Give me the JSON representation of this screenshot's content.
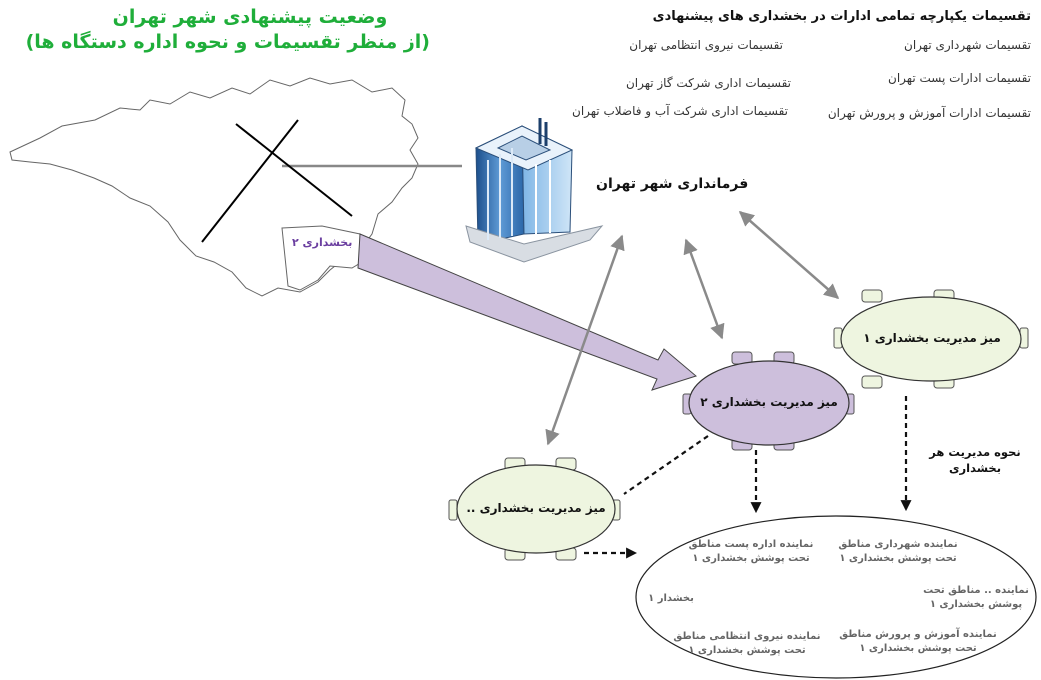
{
  "title": {
    "line1": "وضعیت پیشنهادی شهر تهران",
    "line2": "(از منظر تقسیمات و نحوه اداره دستگاه ها)"
  },
  "divisions": {
    "heading": "تقسیمات یکپارچه تمامی ادارات در بخشداری های پیشنهادی",
    "items": [
      "تقسیمات شهرداری تهران",
      "تقسیمات نیروی انتظامی تهران",
      "تقسیمات ادارات پست تهران",
      "تقسیمات اداری شرکت گاز تهران",
      "تقسیمات ادارات آموزش و پرورش تهران",
      "تقسیمات اداری شرکت آب و فاضلاب تهران"
    ]
  },
  "governorate": "فرمانداری شهر تهران",
  "map_region": "بخشداری ۲",
  "desks": {
    "desk1": "میز مدیریت بخشداری ۱",
    "desk2": "میز مدیریت بخشداری ۲",
    "desk3": "میز مدیریت بخشداری .."
  },
  "management_note": {
    "line1": "نحوه مدیریت هر",
    "line2": "بخشداری"
  },
  "representatives": {
    "municipality": [
      "نماینده شهرداری مناطق",
      "تحت پوشش بخشداری ۱"
    ],
    "post": [
      "نماینده اداره پست مناطق",
      "تحت پوشش بخشداری ۱"
    ],
    "other": [
      "نماینده .. مناطق تحت",
      "پوشش بخشداری ۱"
    ],
    "district": "بخشدار ۱",
    "education": [
      "نماینده آموزش و پرورش مناطق",
      "تحت پوشش بخشداری ۱"
    ],
    "police": [
      "نماینده نیروی انتظامی مناطق",
      "تحت پوشش بخشداری ۱"
    ]
  },
  "colors": {
    "title_green": "#1fae3a",
    "desk1_fill": "#eef5e0",
    "desk2_fill": "#cdbfdc",
    "desk3_fill": "#eef5e0",
    "arrow_fill": "#cdbfdc",
    "connector_gray": "#8a8a8a",
    "region_purple": "#6b3fa0"
  }
}
